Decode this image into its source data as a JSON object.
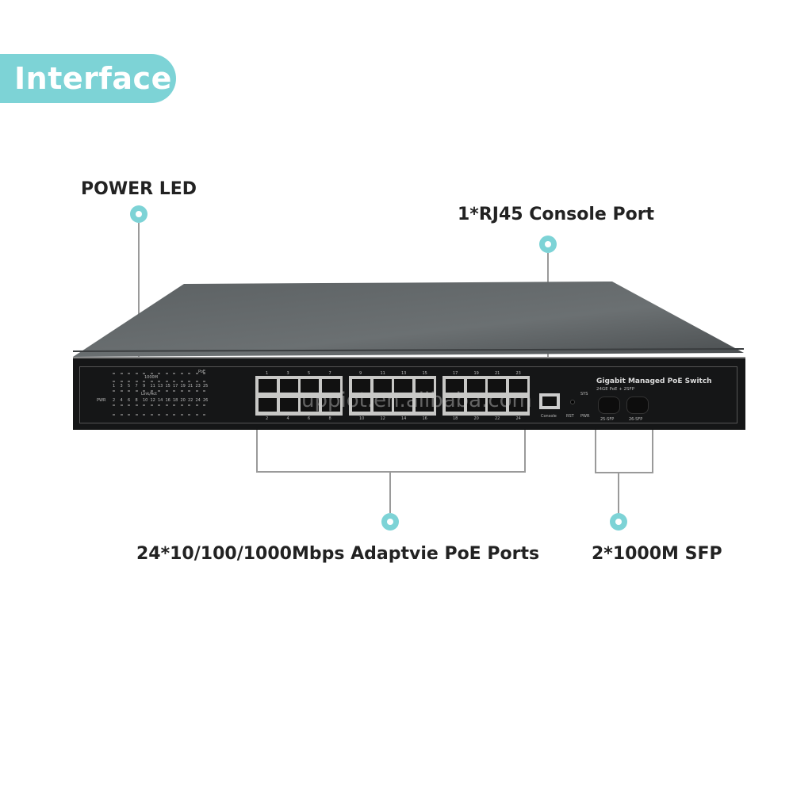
{
  "header": {
    "title": "Interface"
  },
  "callouts": {
    "power_led": "POWER LED",
    "console_port": "1*RJ45 Console Port",
    "poe_ports": "24*10/100/1000Mbps Adaptvie PoE Ports",
    "sfp": "2*1000M SFP"
  },
  "device": {
    "brand_label": "Gigabit Managed PoE Switch",
    "model_label": "24GE PoE + 2SFP",
    "led_panel": {
      "top_label": "PoE",
      "speed_label": "1000M",
      "link_label": "Link/Act",
      "pwr_label": "PWR",
      "odd_numbers": [
        "1",
        "3",
        "5",
        "7",
        "9",
        "11",
        "13",
        "15",
        "17",
        "19",
        "21",
        "23",
        "25"
      ],
      "even_numbers": [
        "2",
        "4",
        "6",
        "8",
        "10",
        "12",
        "14",
        "16",
        "18",
        "20",
        "22",
        "24",
        "26"
      ]
    },
    "port_numbers_top": [
      "1",
      "3",
      "5",
      "7",
      "9",
      "11",
      "13",
      "15",
      "17",
      "19",
      "21",
      "23"
    ],
    "port_numbers_bottom": [
      "2",
      "4",
      "6",
      "8",
      "10",
      "12",
      "14",
      "16",
      "18",
      "20",
      "22",
      "24"
    ],
    "console_label": "Console",
    "rst_label": "RST",
    "sys_label": "SYS",
    "pwr_label": "PWR",
    "sfp_labels": [
      "25-SFP",
      "26-SFP"
    ],
    "watermark": "uppiot.en.alibaba.com"
  },
  "colors": {
    "accent": "#7dd3d6",
    "text": "#222222",
    "leader": "#9a9a9a"
  }
}
